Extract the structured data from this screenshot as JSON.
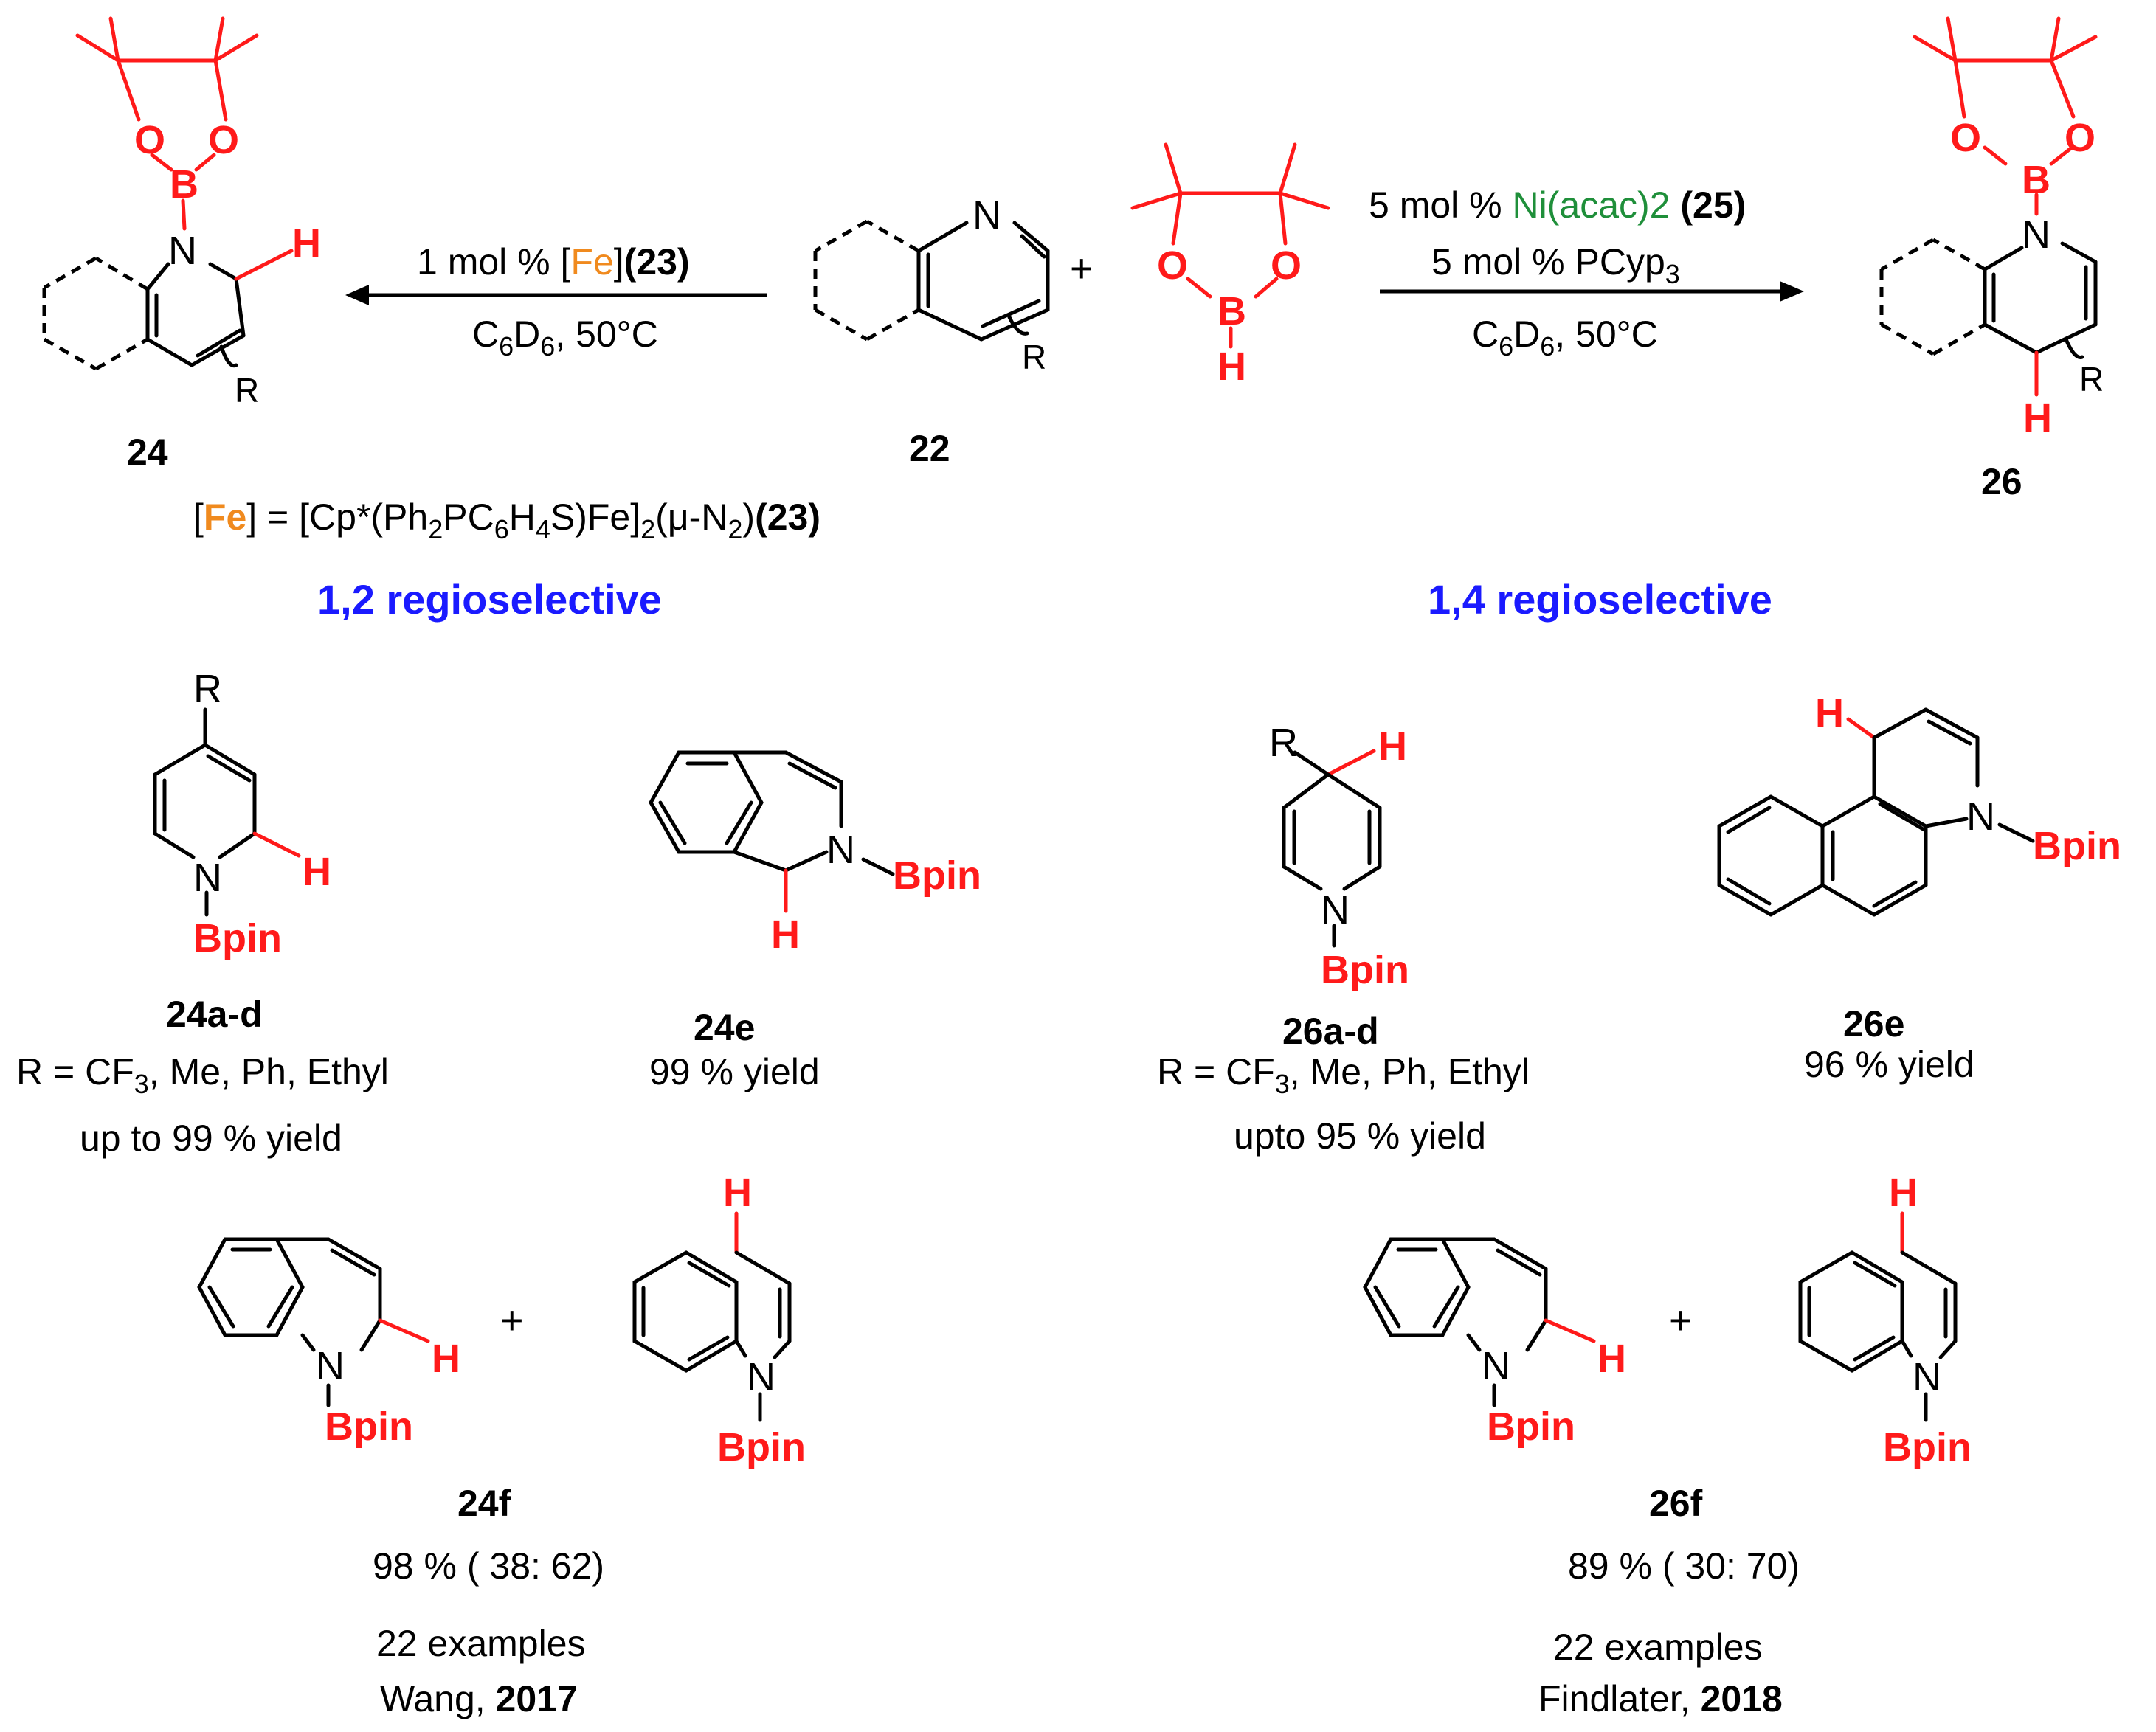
{
  "compounds": {
    "c22": "22",
    "c24": "24",
    "c26": "26",
    "c24ad": "24a-d",
    "c24e": "24e",
    "c24f": "24f",
    "c26ad": "26a-d",
    "c26e": "26e",
    "c26f": "26f"
  },
  "atoms": {
    "N": "N",
    "O": "O",
    "B": "B",
    "H": "H",
    "R": "R",
    "Bpin": "Bpin",
    "plus": "+"
  },
  "left_conditions": {
    "line1_prefix": "1 mol % [",
    "line1_fe": "Fe",
    "line1_mid": "]",
    "line1_num": "(23)",
    "line2": "C6D6, 50°C"
  },
  "right_conditions": {
    "line1_prefix": "5 mol % ",
    "line1_cat": "Ni(acac)2",
    "line1_num": "(25)",
    "line2": "5 mol % PCyp3",
    "line3": "C6D6, 50°C"
  },
  "fe_definition": {
    "open": "[",
    "fe": "Fe",
    "rest": "] = [Cp*(Ph2PC6H4S)Fe]2(μ-N2)",
    "num": "(23)"
  },
  "selectivity": {
    "left": "1,2 regioselective",
    "right": "1,4 regioselective"
  },
  "results": {
    "r24ad_line1": "R = CF3, Me, Ph, Ethyl",
    "r24ad_line2": "up to 99 % yield",
    "r24e": "99 % yield",
    "r26ad_line1": "R = CF3, Me, Ph, Ethyl",
    "r26ad_line2": "upto 95 % yield",
    "r26e": "96 % yield",
    "r24f": "98 % ( 38: 62)",
    "r26f": "89 % ( 30: 70)"
  },
  "summary": {
    "left_examples": "22 examples",
    "left_author": "Wang, ",
    "left_year": "2017",
    "right_examples": "22 examples",
    "right_author": "Findlater, ",
    "right_year": "2018"
  },
  "colors": {
    "red": "#ff1a1a",
    "blue": "#1a1aff",
    "orange": "#f08a1e",
    "green": "#1f8f3a"
  }
}
